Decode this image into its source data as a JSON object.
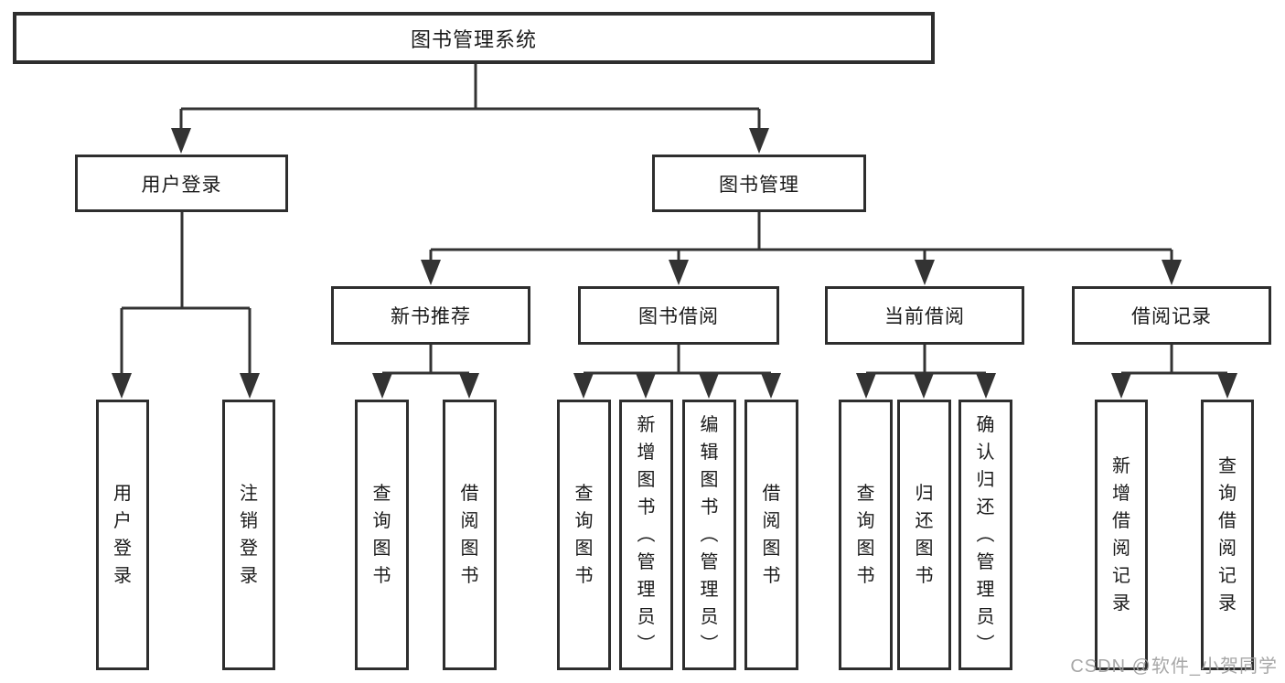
{
  "tree": {
    "label": "图书管理系统",
    "children": [
      {
        "label": "用户登录",
        "children": [
          {
            "label": "用户登录"
          },
          {
            "label": "注销登录"
          }
        ]
      },
      {
        "label": "图书管理",
        "children": [
          {
            "label": "新书推荐",
            "children": [
              {
                "label": "查询图书"
              },
              {
                "label": "借阅图书"
              }
            ]
          },
          {
            "label": "图书借阅",
            "children": [
              {
                "label": "查询图书"
              },
              {
                "label": "新增图书（管理员）"
              },
              {
                "label": "编辑图书（管理员）"
              },
              {
                "label": "借阅图书"
              }
            ]
          },
          {
            "label": "当前借阅",
            "children": [
              {
                "label": "查询图书"
              },
              {
                "label": "归还图书"
              },
              {
                "label": "确认归还（管理员）"
              }
            ]
          },
          {
            "label": "借阅记录",
            "children": [
              {
                "label": "新增借阅记录"
              },
              {
                "label": "查询借阅记录"
              }
            ]
          }
        ]
      }
    ]
  },
  "watermark": {
    "text": "CSDN @软件_小贺同学"
  },
  "colors": {
    "line": "#333333",
    "border": "#2e2e2e",
    "text": "#1a1a1a",
    "watermark": "#9e9e9e",
    "background": "#ffffff"
  }
}
